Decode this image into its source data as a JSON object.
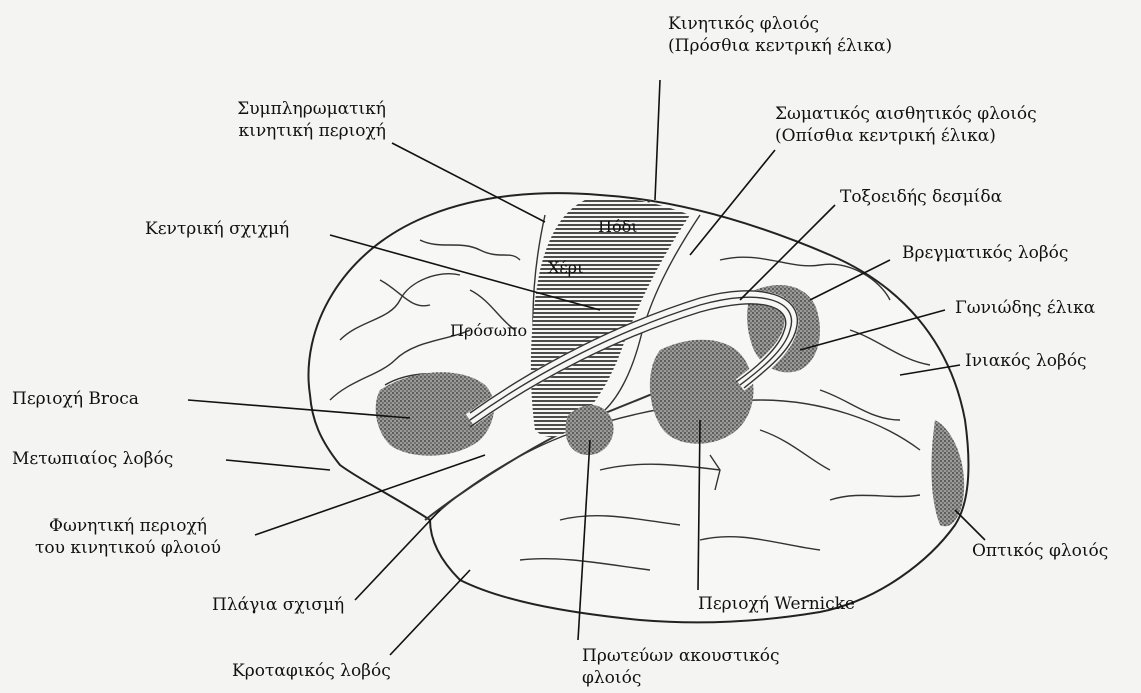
{
  "labels": {
    "motor_cortex": [
      "Κινητικός φλοιός",
      "(Πρόσθια κεντρική έλικα)"
    ],
    "supplementary_motor": [
      "Συμπληρωματική",
      "κινητική περιοχή"
    ],
    "somatosensory": [
      "Σωματικός αισθητικός φλοιός",
      "(Οπίσθια κεντρική έλικα)"
    ],
    "arcuate": "Τοξοειδής δεσμίδα",
    "central_sulcus": "Κεντρική σχιχμή",
    "parietal": "Βρεγματικός λοβός",
    "angular_gyrus": "Γωνιώδης έλικα",
    "occipital": "Ινιακός λοβός",
    "broca": "Περιοχή Broca",
    "frontal": "Μετωπιαίος λοβός",
    "vocal_motor": [
      "Φωνητική περιοχή",
      "του κινητικού φλοιού"
    ],
    "lateral_sulcus": "Πλάγια σχισμή",
    "temporal": "Κροταφικός λοβός",
    "primary_auditory": [
      "Πρωτεύων ακουστικός",
      "φλοιός"
    ],
    "wernicke": "Περιοχή Wernicke",
    "visual": "Οπτικός φλοιός"
  },
  "inner_labels": {
    "foot": "Πόδι",
    "hand": "Χέρι",
    "face": "Πρόσωπο"
  }
}
